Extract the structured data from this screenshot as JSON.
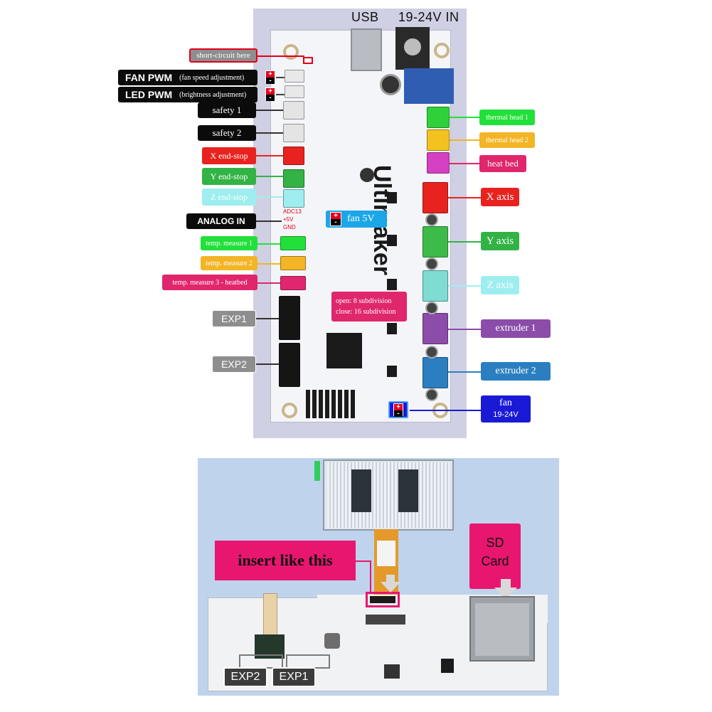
{
  "top": {
    "header": {
      "usb": "USB",
      "power_in": "19-24V IN"
    },
    "board_text": "Ultimaker",
    "left_labels": [
      {
        "id": "short",
        "text": "short-circuit here"
      },
      {
        "id": "fan_pwm",
        "text": "FAN PWM",
        "note": "(fan speed adjustment)"
      },
      {
        "id": "led_pwm",
        "text": "LED PWM",
        "note": "(brightness adjustment)"
      },
      {
        "id": "safety1",
        "text": "safety 1"
      },
      {
        "id": "safety2",
        "text": "safety 2"
      },
      {
        "id": "xend",
        "text": "X end-stop"
      },
      {
        "id": "yend",
        "text": "Y end-stop"
      },
      {
        "id": "zend",
        "text": "Z end-stop"
      },
      {
        "id": "analog",
        "text": "ANALOG IN"
      },
      {
        "id": "temp1",
        "text": "temp. measure 1"
      },
      {
        "id": "temp2",
        "text": "temp. measure 2"
      },
      {
        "id": "temp3",
        "text": "temp. measure 3 - heatbed"
      },
      {
        "id": "exp1",
        "text": "EXP1"
      },
      {
        "id": "exp2",
        "text": "EXP2"
      }
    ],
    "right_labels": [
      {
        "id": "th1",
        "text": "thermal head 1"
      },
      {
        "id": "th2",
        "text": "thermal head 2"
      },
      {
        "id": "bed",
        "text": "heat bed"
      },
      {
        "id": "xaxis",
        "text": "X axis"
      },
      {
        "id": "yaxis",
        "text": "Y axis"
      },
      {
        "id": "zaxis",
        "text": "Z axis"
      },
      {
        "id": "ext1",
        "text": "extruder 1"
      },
      {
        "id": "ext2",
        "text": "extruder 2"
      },
      {
        "id": "fan",
        "text": "fan",
        "sub": "19-24V"
      }
    ],
    "fan5v": "fan 5V",
    "subdivision": {
      "open": "open: 8 subdivision",
      "close": "close: 16 subdivision"
    },
    "analog_pins": [
      "ADC13",
      "+5V",
      "GND"
    ],
    "colors": {
      "red": "#e8231f",
      "green": "#33b345",
      "cyan": "#9eeef0",
      "pink": "#e0266c",
      "yellow": "#f3b526",
      "purple": "#8b4caa",
      "blue": "#2b7fc1",
      "navy": "#1a1ad6",
      "bright_green": "#22e03a",
      "gray": "#8e8e8e",
      "black": "#0b0b0b"
    }
  },
  "bottom": {
    "insert_label": "insert like this",
    "sd_card": [
      "SD",
      "Card"
    ],
    "exp_labels": [
      "EXP2",
      "EXP1"
    ]
  }
}
